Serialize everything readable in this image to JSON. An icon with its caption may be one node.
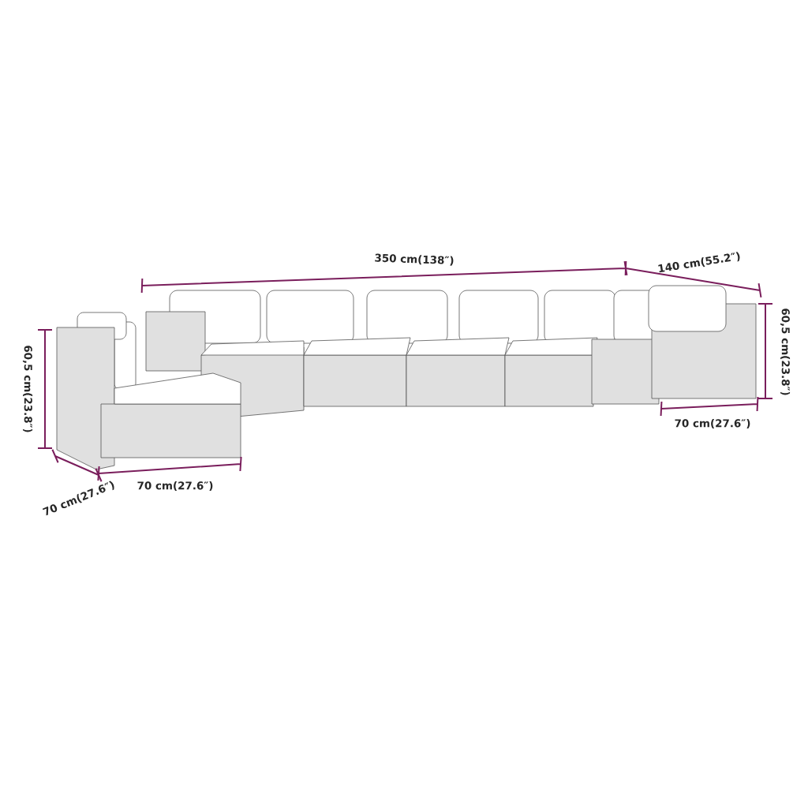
{
  "diagram": {
    "labels": [
      "350 cm(138″)",
      "140 cm(55.2″)",
      "60,5 cm(23.8″)",
      "60,5 cm(23.8″)",
      "70 cm(27.6″)",
      "70 cm(27.6″)",
      "70 cm(27.6″)"
    ]
  }
}
